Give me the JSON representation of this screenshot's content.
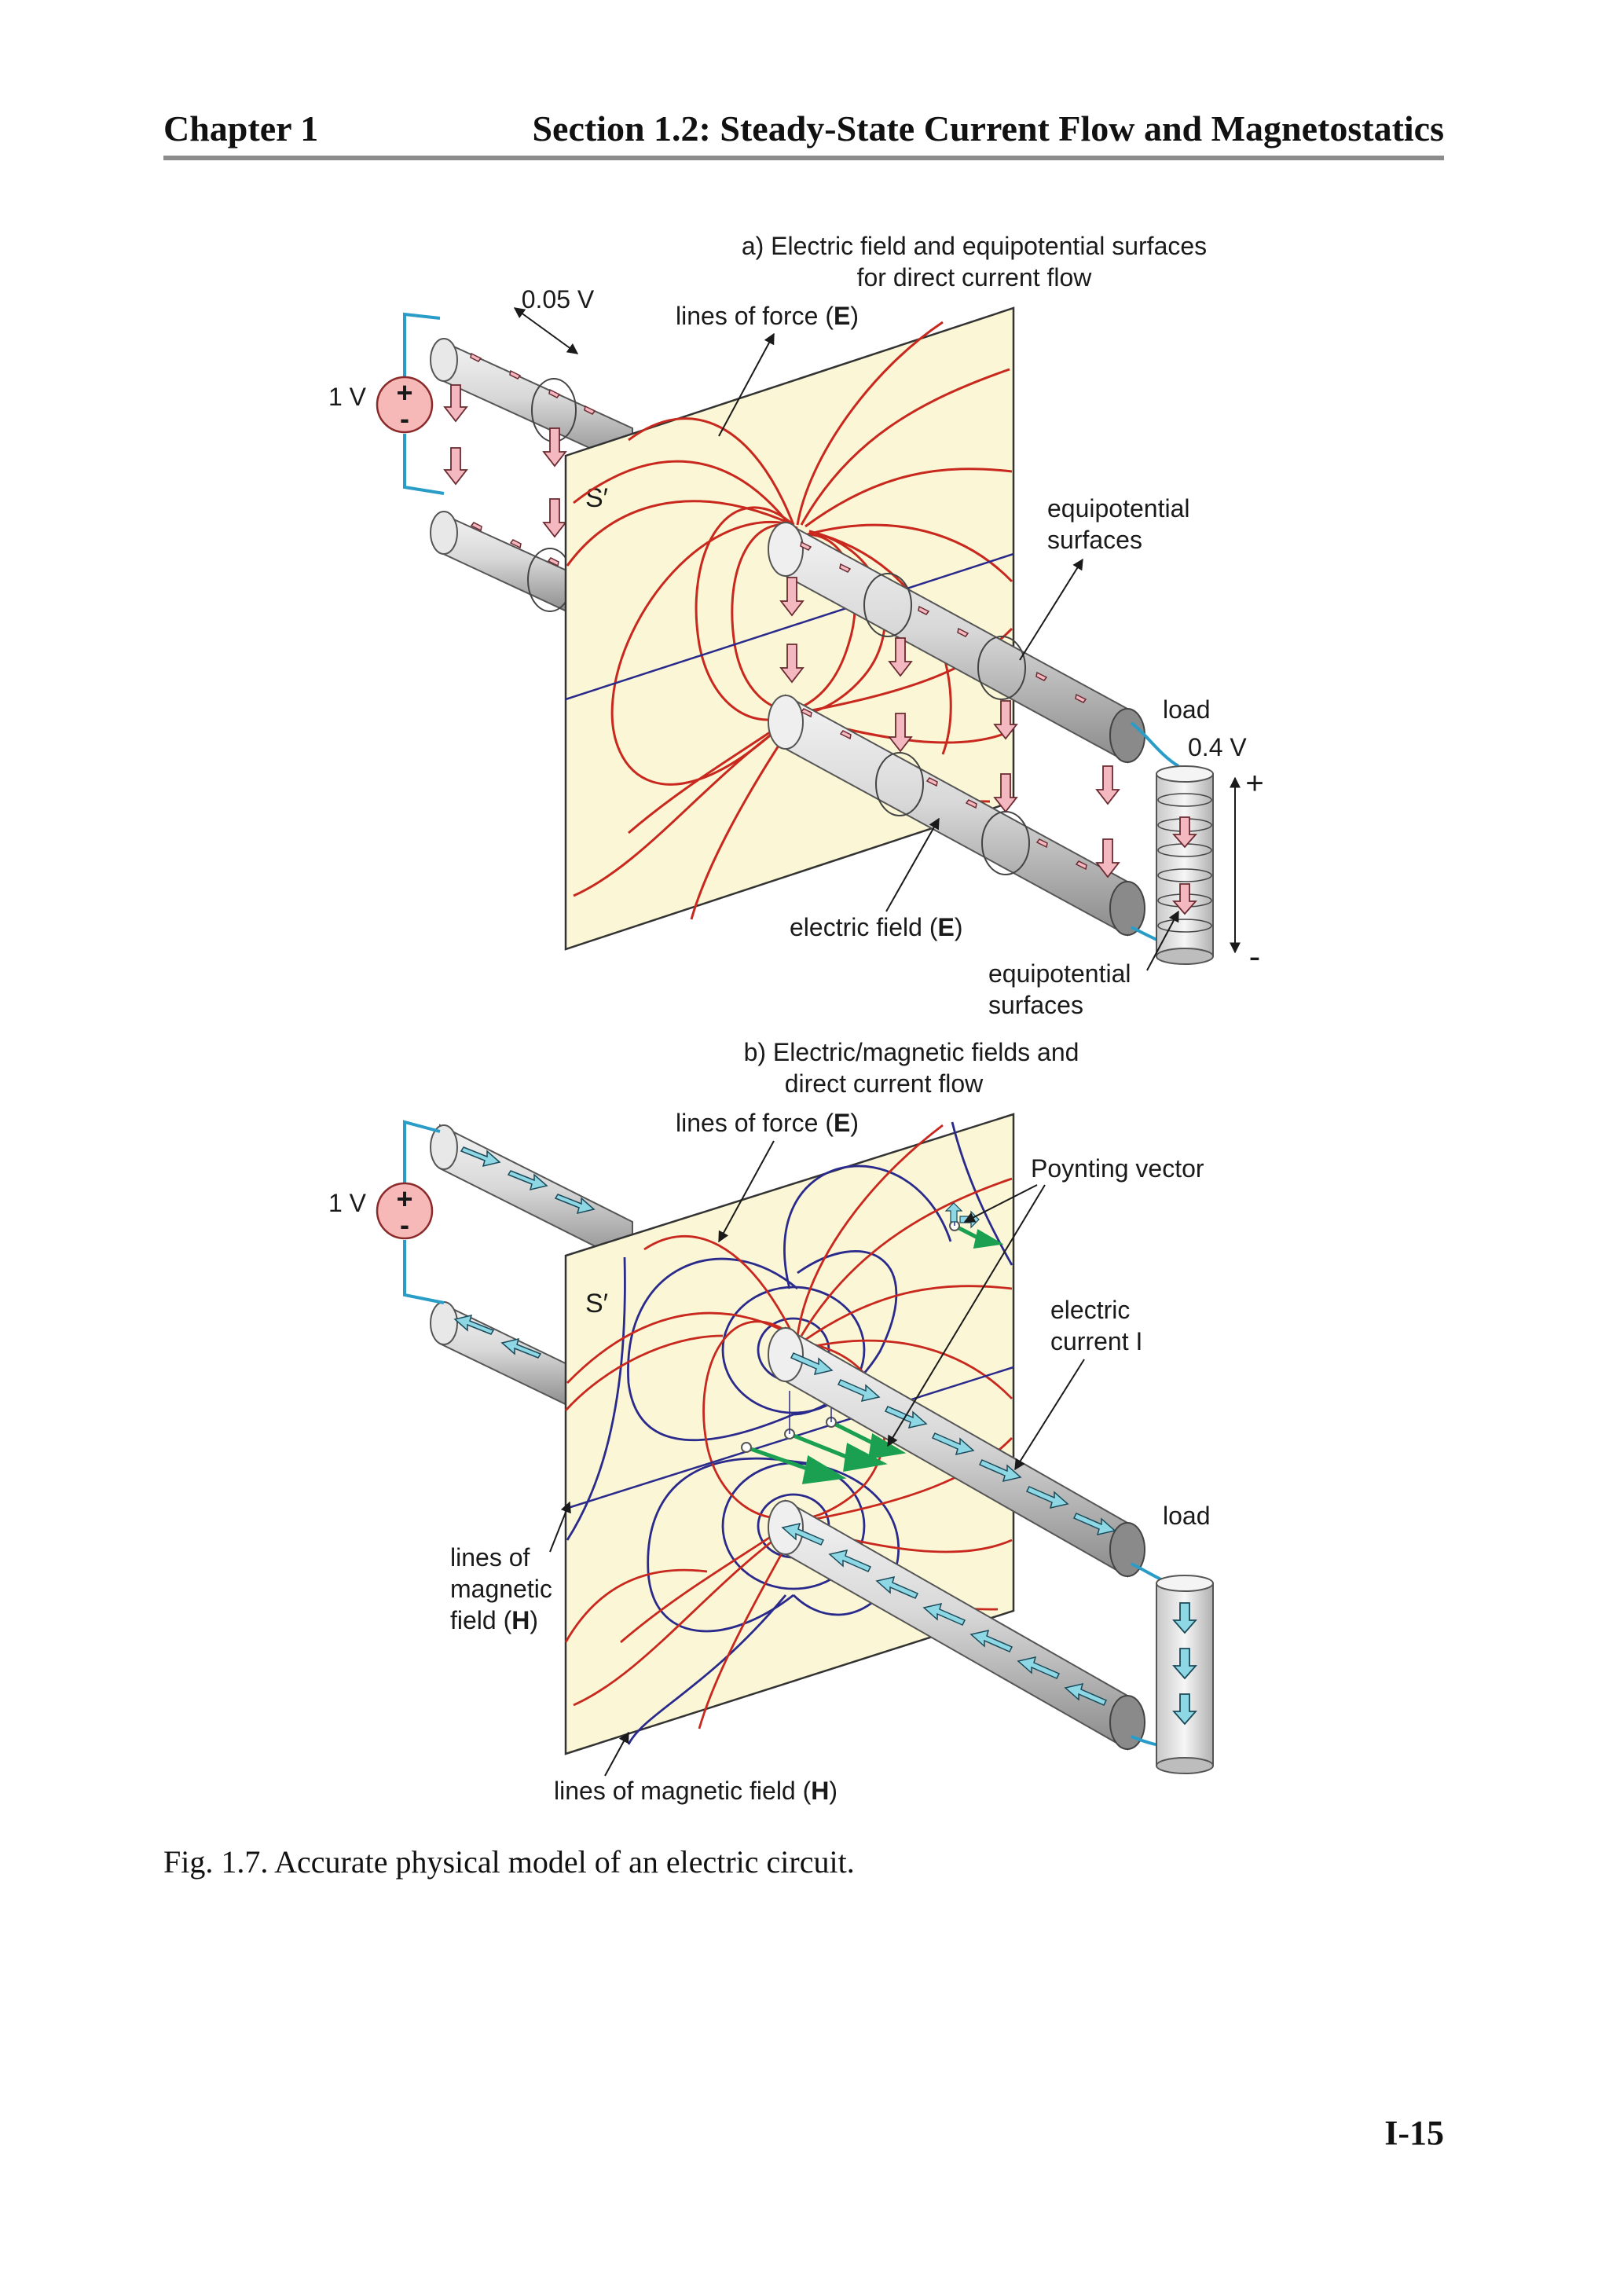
{
  "header": {
    "chapter": "Chapter 1",
    "section": "Section 1.2: Steady-State Current Flow and Magnetostatics"
  },
  "figure_a": {
    "title_line1": "a) Electric field and equipotential surfaces",
    "title_line2": "for direct current flow",
    "lines_of_force_prefix": "lines of force (",
    "lines_of_force_symbol": "E",
    "lines_of_force_suffix": ")",
    "voltage_drop": "0.05 V",
    "source_voltage": "1 V",
    "plus_sign": "+",
    "minus_sign": "-",
    "plane_label": "S′",
    "equipotential_line1": "equipotential",
    "equipotential_line2": "surfaces",
    "load_label": "load",
    "load_voltage": "0.4 V",
    "electric_field_prefix": "electric field (",
    "electric_field_symbol": "E",
    "electric_field_suffix": ")",
    "equipotential2_line1": "equipotential",
    "equipotential2_line2": "surfaces"
  },
  "figure_b": {
    "title_line1": "b) Electric/magnetic fields and",
    "title_line2": "direct current flow",
    "lines_of_force_prefix": "lines of force (",
    "lines_of_force_symbol": "E",
    "lines_of_force_suffix": ")",
    "poynting": "Poynting vector",
    "source_voltage": "1 V",
    "plus_sign": "+",
    "minus_sign": "-",
    "plane_label": "S′",
    "current_line1": "electric",
    "current_line2": "current I",
    "load_label": "load",
    "magnetic_line1": "lines of",
    "magnetic_line2": "magnetic",
    "magnetic_line3_prefix": "field (",
    "magnetic_line3_symbol": "H",
    "magnetic_line3_suffix": ")",
    "magnetic_bottom_prefix": "lines of magnetic field (",
    "magnetic_bottom_symbol": "H",
    "magnetic_bottom_suffix": ")"
  },
  "caption": "Fig. 1.7. Accurate physical model of an electric circuit.",
  "page_number": "I-15",
  "colors": {
    "plane_fill": "#fbf7d6",
    "e_field_lines": "#c8281e",
    "h_field_lines": "#2a2a8c",
    "circuit_wire": "#2a9cc8",
    "e_arrow_fill": "#f4b8c0",
    "current_arrow_fill": "#8ed8e6",
    "poynting_arrow": "#1aa050"
  }
}
